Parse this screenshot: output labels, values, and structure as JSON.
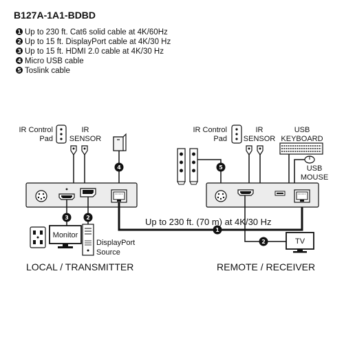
{
  "title": "B127A-1A1-BDBD",
  "legend": [
    {
      "num": "1",
      "text": "Up to 230 ft. Cat6 solid cable at 4K/60Hz"
    },
    {
      "num": "2",
      "text": "Up to 15 ft. DisplayPort cable at 4K/30 Hz"
    },
    {
      "num": "3",
      "text": "Up to 15 ft. HDMI 2.0 cable at 4K/30 Hz"
    },
    {
      "num": "4",
      "text": "Micro USB cable"
    },
    {
      "num": "5",
      "text": "Toslink cable"
    }
  ],
  "labels": {
    "ir_control_pad_line1": "IR Control",
    "ir_control_pad_line2": "Pad",
    "ir_sensor_line1": "IR",
    "ir_sensor_line2": "SENSOR",
    "usb_keyboard_line1": "USB",
    "usb_keyboard_line2": "KEYBOARD",
    "usb_mouse_line1": "USB",
    "usb_mouse_line2": "MOUSE",
    "monitor": "Monitor",
    "dp_source_line1": "DisplayPort",
    "dp_source_line2": "Source",
    "tv": "TV",
    "cable_run": "Up to 230 ft. (70 m) at 4K/30 Hz",
    "local": "LOCAL / TRANSMITTER",
    "remote": "REMOTE / RECEIVER"
  },
  "badges": {
    "one": "1",
    "two": "2",
    "three": "3",
    "four": "4",
    "five": "5"
  },
  "colors": {
    "ink": "#111111",
    "unit_fill": "#ececec",
    "background": "#ffffff"
  },
  "icons": [
    "ir-control-pad-icon",
    "ir-sensor-icon",
    "usb-power-adapter-icon",
    "speaker-icon",
    "keyboard-icon",
    "mouse-icon",
    "power-outlet-icon",
    "monitor-icon",
    "pc-tower-icon",
    "tv-icon",
    "rj45-port-icon",
    "hdmi-port-icon",
    "displayport-icon",
    "din-connector-icon"
  ]
}
